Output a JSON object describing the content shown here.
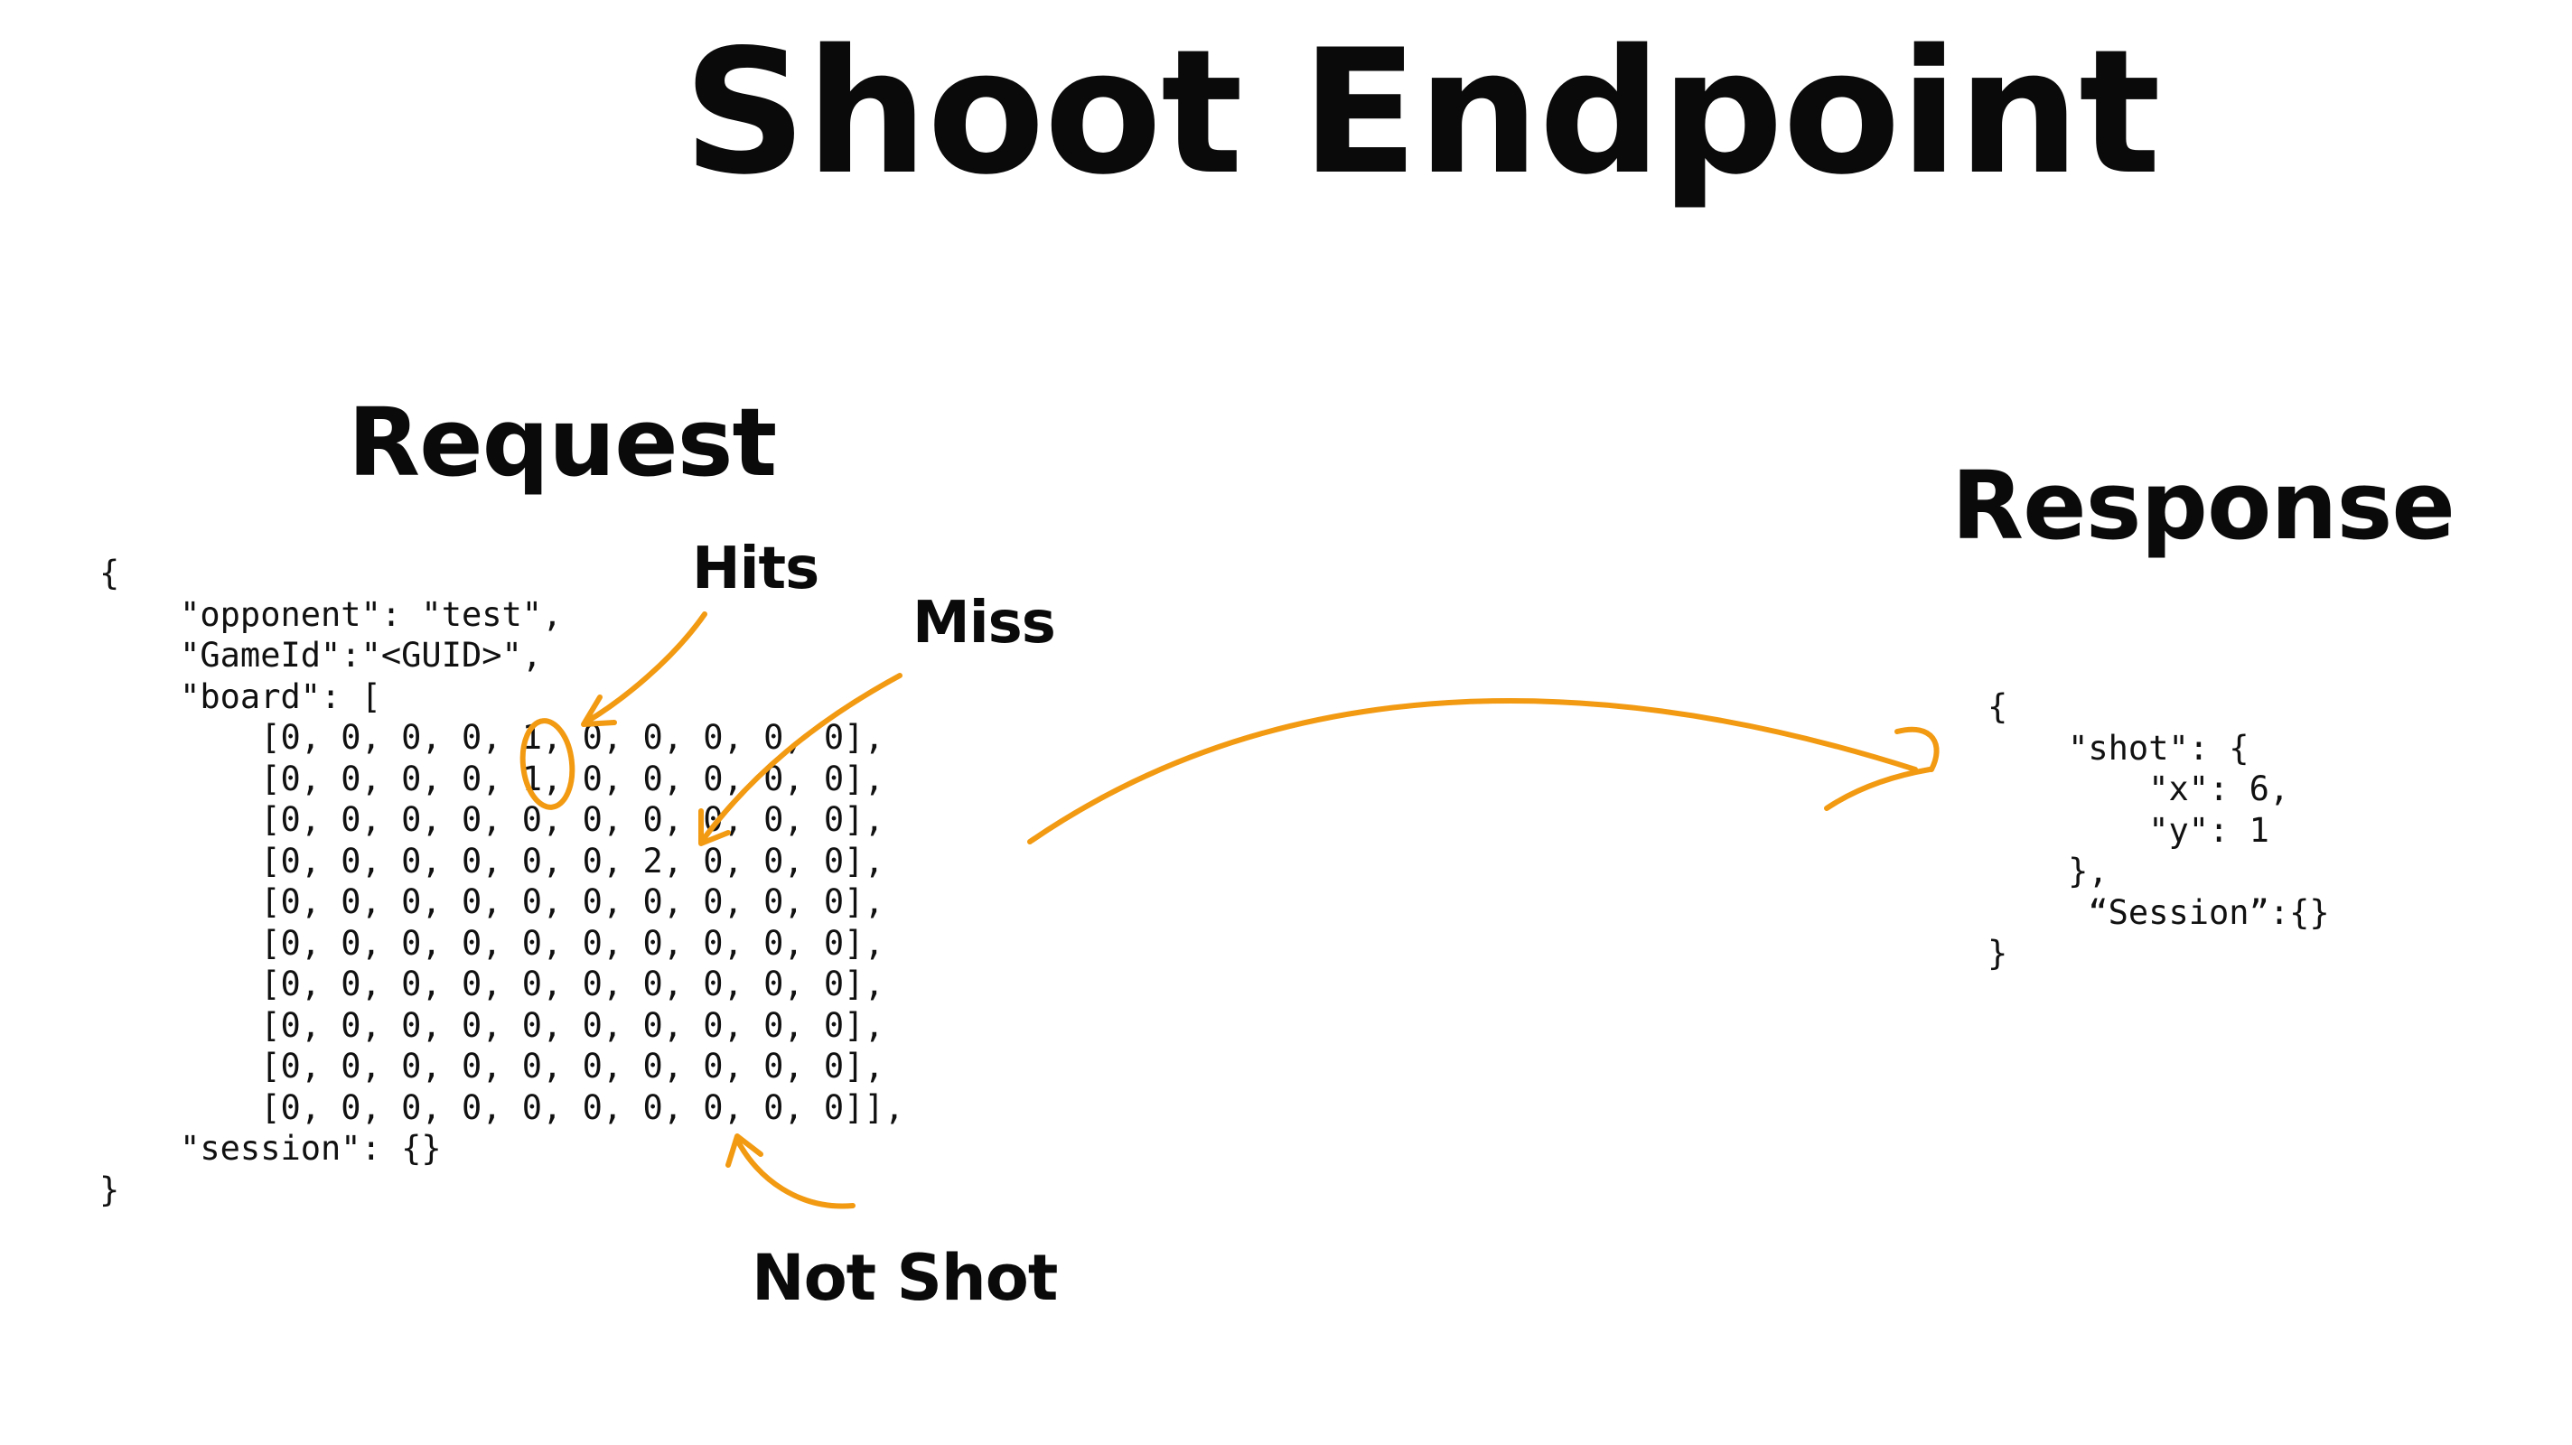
{
  "title": "Shoot Endpoint",
  "request": {
    "label": "Request",
    "code_lines": [
      "{",
      "    \"opponent\": \"test\",",
      "    \"GameId\":\"<GUID>\",",
      "    \"board\": [",
      "        [0, 0, 0, 0, 1, 0, 0, 0, 0, 0],",
      "        [0, 0, 0, 0, 1, 0, 0, 0, 0, 0],",
      "        [0, 0, 0, 0, 0, 0, 0, 0, 0, 0],",
      "        [0, 0, 0, 0, 0, 0, 2, 0, 0, 0],",
      "        [0, 0, 0, 0, 0, 0, 0, 0, 0, 0],",
      "        [0, 0, 0, 0, 0, 0, 0, 0, 0, 0],",
      "        [0, 0, 0, 0, 0, 0, 0, 0, 0, 0],",
      "        [0, 0, 0, 0, 0, 0, 0, 0, 0, 0],",
      "        [0, 0, 0, 0, 0, 0, 0, 0, 0, 0],",
      "        [0, 0, 0, 0, 0, 0, 0, 0, 0, 0]],",
      "    \"session\": {}",
      "}"
    ]
  },
  "response": {
    "label": "Response",
    "code_lines": [
      "{",
      "    \"shot\": {",
      "        \"x\": 6,",
      "        \"y\": 1",
      "    },",
      "     “Session”:{}",
      "}"
    ]
  },
  "annotations": {
    "hits": "Hits",
    "miss": "Miss",
    "not_shot": "Not Shot",
    "color": "#f29a12"
  }
}
